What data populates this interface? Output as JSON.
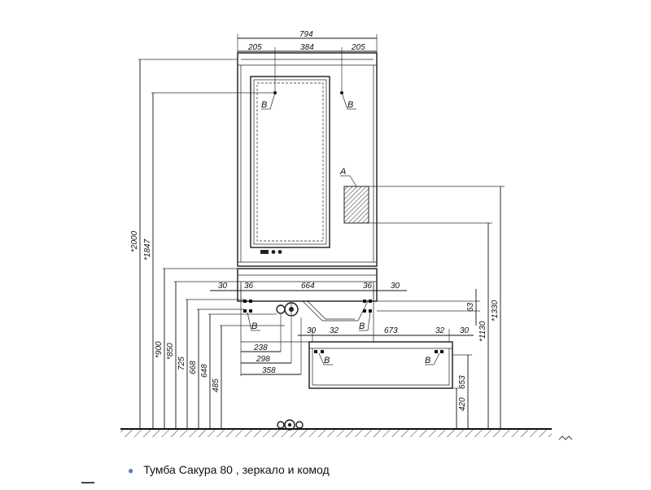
{
  "figure": {
    "caption": "Тумба Сакура 80 , зеркало и комод",
    "labels": {
      "fixing_point": "В",
      "detail": "А"
    },
    "dimensions": {
      "overall_width": "794",
      "top_left_offset": "205",
      "top_center_span": "384",
      "top_right_offset": "205",
      "overall_height": "*2000",
      "mirror_mount_height": "*1847",
      "cabinet_top_height": "*900",
      "cabinet_mount_height": "*850",
      "left_h1": "725",
      "left_h2": "668",
      "left_h3": "648",
      "left_h4": "485",
      "sink_left_margin": "30",
      "sink_left_hole": "36",
      "sink_span": "664",
      "sink_right_hole": "36",
      "sink_right_margin": "30",
      "drain_offset_1": "238",
      "drain_offset_2": "298",
      "drain_offset_3": "358",
      "countertop_thickness": "63",
      "chest_left_margin": "30",
      "chest_left_hole": "32",
      "chest_span": "673",
      "chest_right_hole": "32",
      "chest_right_margin": "30",
      "chest_height": "653",
      "chest_bottom": "420",
      "right_h1": "*1130",
      "right_h2": "*1330"
    }
  }
}
